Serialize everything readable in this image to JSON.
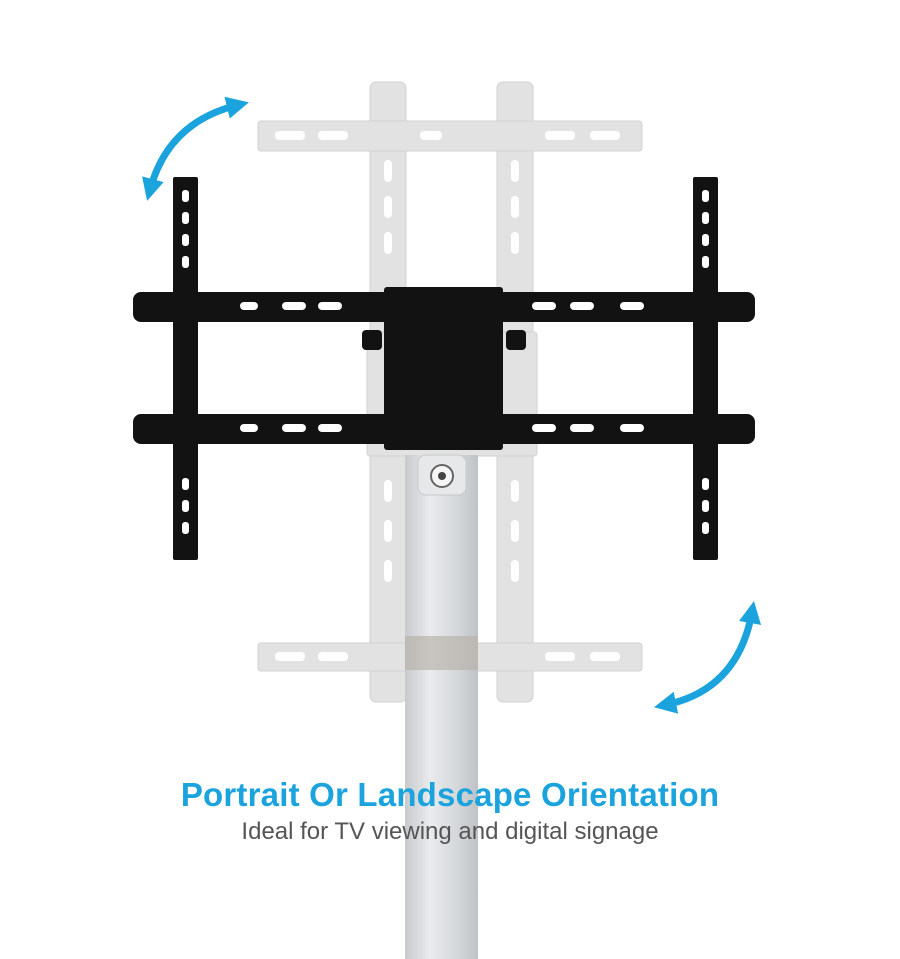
{
  "headline": "Portrait Or Landscape Orientation",
  "subline": "Ideal for TV viewing and digital signage",
  "colors": {
    "accent": "#1aa3dd",
    "subtext": "#555555",
    "mount": "#121212",
    "ghost": "#dcdcdc",
    "pole": "#d3d6d9"
  },
  "icons": {
    "rotate_top_left": "curved-double-arrow",
    "rotate_bottom_right": "curved-double-arrow"
  }
}
